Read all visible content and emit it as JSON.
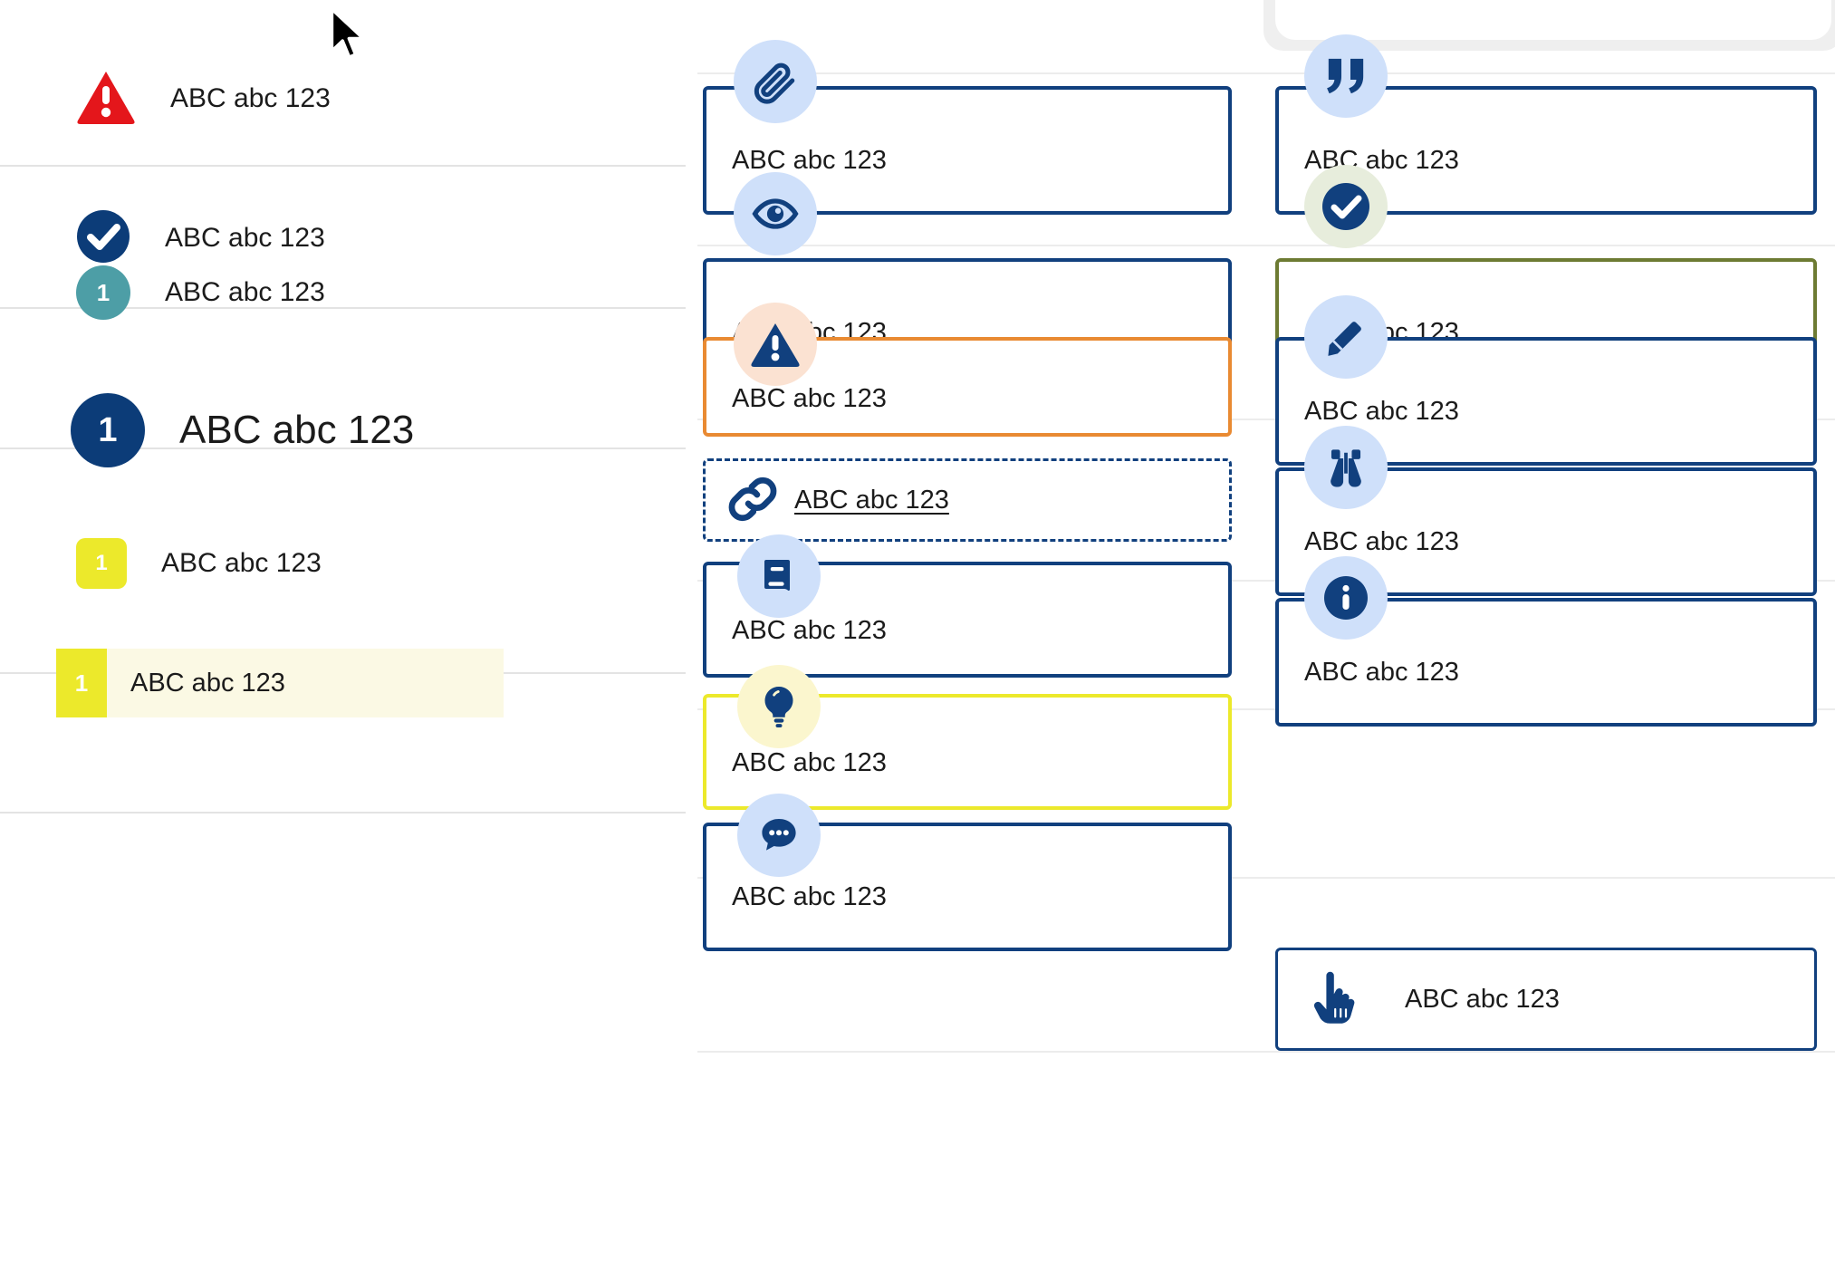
{
  "left_column": {
    "rows": [
      {
        "name": "alert-row",
        "icon": "triangle-warning-icon",
        "label": "ABC abc 123",
        "badge_text": ""
      },
      {
        "name": "check-row",
        "icon": "check-circle-icon",
        "label": "ABC abc 123",
        "badge_text": ""
      },
      {
        "name": "teal-num-row",
        "icon": "number-badge-teal",
        "label": "ABC abc 123",
        "badge_text": "1"
      },
      {
        "name": "navy-num-row",
        "icon": "number-badge-navy",
        "label": "ABC abc 123",
        "badge_text": "1"
      },
      {
        "name": "yellow-num-row",
        "icon": "number-badge-yellow",
        "label": "ABC abc 123",
        "badge_text": "1"
      },
      {
        "name": "highlighted-row",
        "icon": "number-badge-yellow-bar",
        "label": "ABC abc 123",
        "badge_text": "1"
      }
    ]
  },
  "middle_column": {
    "cards": [
      {
        "icon": "paperclip-icon",
        "label": "ABC abc 123",
        "border": "navy"
      },
      {
        "icon": "eye-icon",
        "label": "ABC abc 123",
        "border": "navy"
      },
      {
        "icon": "warning-triangle-icon",
        "label": "ABC abc 123",
        "border": "orange"
      },
      {
        "icon": "link-chain-icon",
        "label": "ABC abc 123",
        "border": "dashed"
      },
      {
        "icon": "book-icon",
        "label": "ABC abc 123",
        "border": "navy"
      },
      {
        "icon": "lightbulb-icon",
        "label": "ABC abc 123",
        "border": "yellow"
      },
      {
        "icon": "comment-bubble-icon",
        "label": "ABC abc 123",
        "border": "navy"
      }
    ]
  },
  "right_column": {
    "cards": [
      {
        "icon": "quote-icon",
        "label": "ABC abc 123",
        "border": "navy"
      },
      {
        "icon": "check-circle-icon",
        "label": "ABC abc 123",
        "border": "olive"
      },
      {
        "icon": "pencil-icon",
        "label": "ABC abc 123",
        "border": "navy"
      },
      {
        "icon": "binoculars-icon",
        "label": "ABC abc 123",
        "border": "navy"
      },
      {
        "icon": "info-circle-icon",
        "label": "ABC abc 123",
        "border": "navy"
      },
      {
        "icon": "pointing-hand-icon",
        "label": "ABC abc 123",
        "border": "thin"
      }
    ]
  },
  "colors": {
    "navy": "#11407e",
    "deep_navy": "#0c3c78",
    "red": "#e4161b",
    "teal": "#4d9ea6",
    "yellow": "#ece92b",
    "orange": "#e98a32",
    "olive": "#6d7b33",
    "icon_bg_blue": "#cfe0fa",
    "icon_bg_peach": "#fbe2d2",
    "icon_bg_green": "#e7eddc",
    "icon_bg_yellow": "#fbf6ce",
    "highlight_bg": "#fbf9e4",
    "divider": "#e3e3e3"
  }
}
